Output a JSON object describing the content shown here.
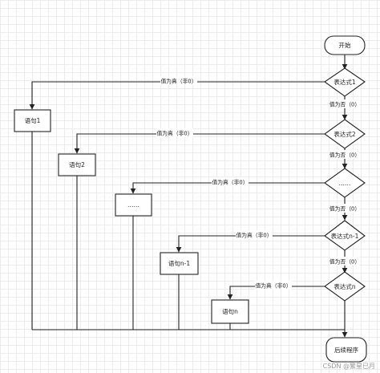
{
  "diagram": {
    "start": "开始",
    "end": "后续程序",
    "conditions": [
      "表达式1",
      "表达式2",
      "……",
      "表达式n-1",
      "表达式n"
    ],
    "statements": [
      "语句1",
      "语句2",
      "……",
      "语句n-1",
      "语句n"
    ],
    "true_label": "值为真（非0）",
    "false_label": "值为否（0）"
  },
  "watermark": "CSDN @繁星已月"
}
